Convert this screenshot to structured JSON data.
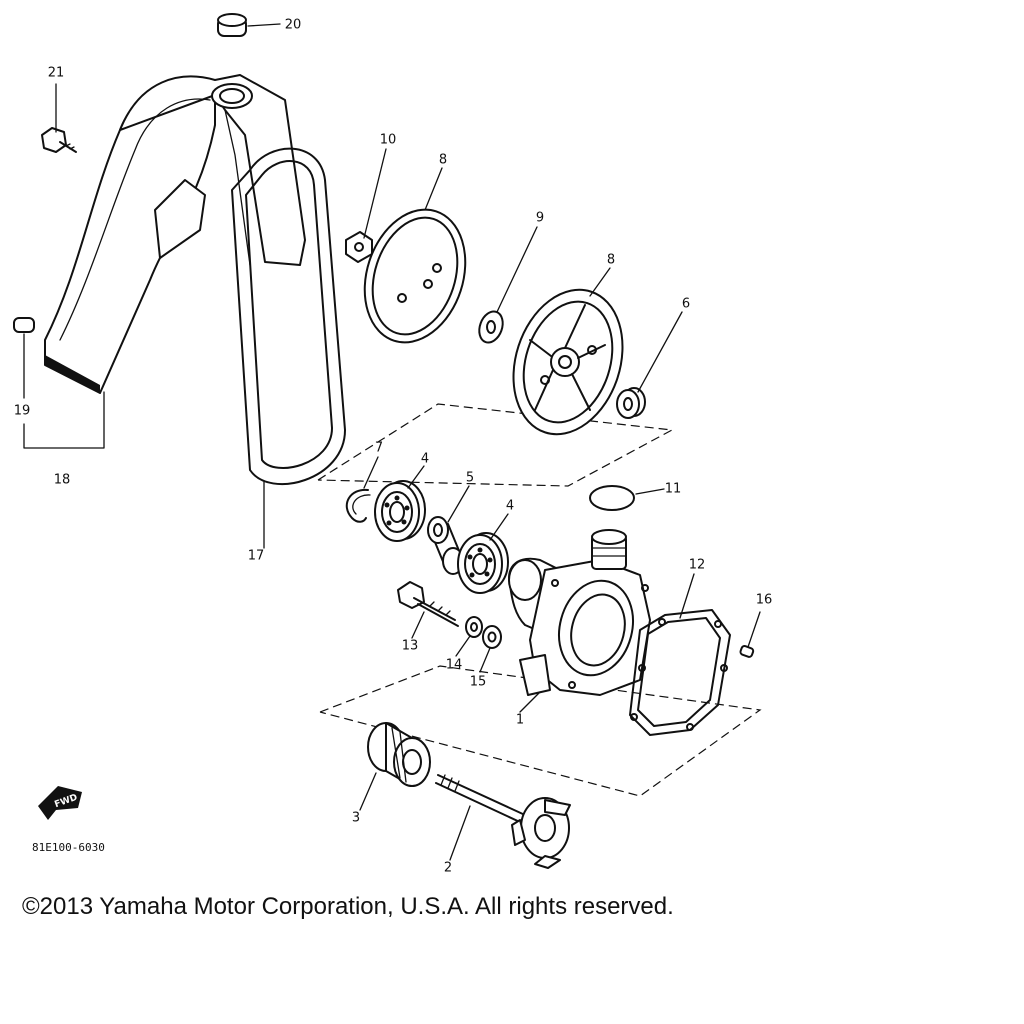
{
  "diagram": {
    "figure_code": "81E100-6030",
    "fwd_label": "FWD",
    "callouts": [
      {
        "id": "1",
        "label": "1"
      },
      {
        "id": "2",
        "label": "2"
      },
      {
        "id": "3",
        "label": "3"
      },
      {
        "id": "4a",
        "label": "4"
      },
      {
        "id": "4b",
        "label": "4"
      },
      {
        "id": "5",
        "label": "5"
      },
      {
        "id": "6",
        "label": "6"
      },
      {
        "id": "7",
        "label": "7"
      },
      {
        "id": "8a",
        "label": "8"
      },
      {
        "id": "8b",
        "label": "8"
      },
      {
        "id": "9",
        "label": "9"
      },
      {
        "id": "10",
        "label": "10"
      },
      {
        "id": "11",
        "label": "11"
      },
      {
        "id": "12",
        "label": "12"
      },
      {
        "id": "13",
        "label": "13"
      },
      {
        "id": "14",
        "label": "14"
      },
      {
        "id": "15",
        "label": "15"
      },
      {
        "id": "16",
        "label": "16"
      },
      {
        "id": "17",
        "label": "17"
      },
      {
        "id": "18",
        "label": "18"
      },
      {
        "id": "19",
        "label": "19"
      },
      {
        "id": "20",
        "label": "20"
      },
      {
        "id": "21",
        "label": "21"
      }
    ]
  },
  "footer": {
    "copyright": "©2013 Yamaha Motor Corporation, U.S.A. All rights reserved."
  }
}
